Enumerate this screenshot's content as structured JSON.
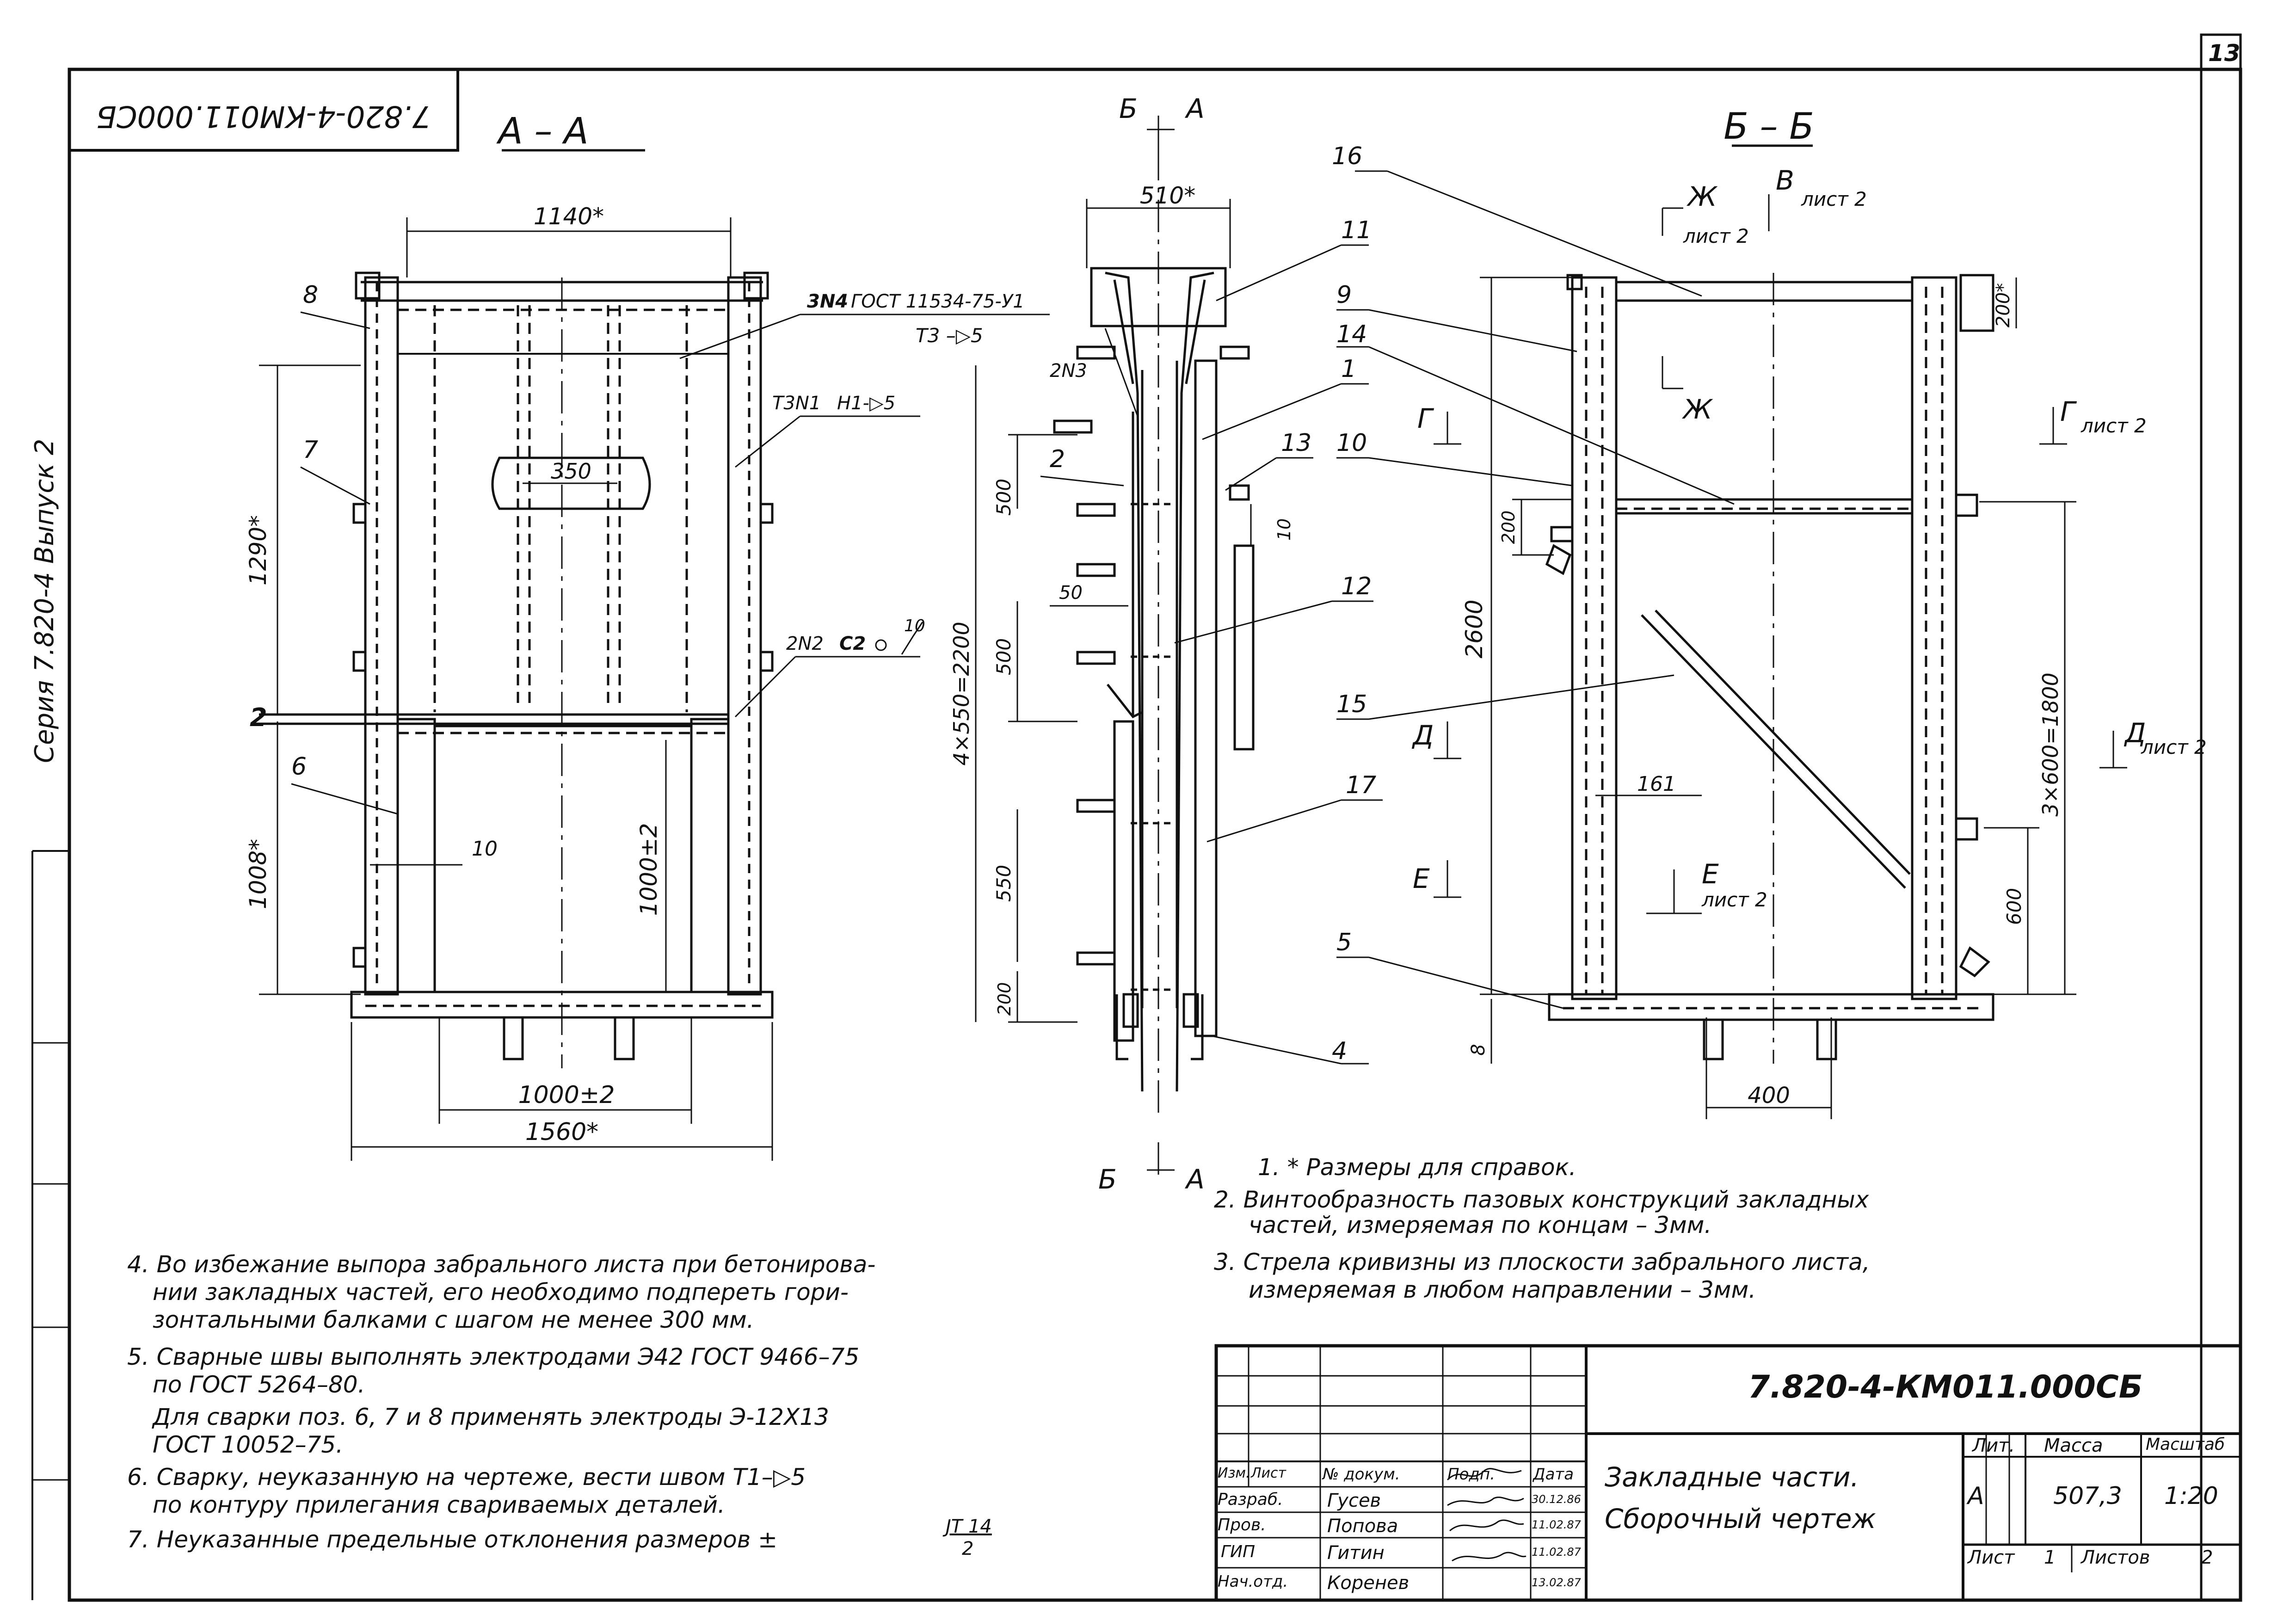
{
  "sheet": {
    "page_number": "13",
    "series_text": "Серия 7.820-4   Выпуск 2",
    "inverted_code": "7.820-4-КМ011.000СБ"
  },
  "views": {
    "aa": {
      "title": "А – А",
      "dims": {
        "top_width": "1140*",
        "upper_height": "1290*",
        "lower_height": "1008*",
        "inner_height": "1000±2",
        "hole": "350",
        "bottom_inner": "1000±2",
        "bottom_total": "1560*",
        "side_gap": "10",
        "level_mark": "2"
      },
      "welds": {
        "w1": "3N4",
        "w1_std": "ГОСТ 11534-75-У1",
        "w2": "Т3N1",
        "w2_b": "Н1-▷5",
        "w3": "2N2",
        "w3_b": "С2",
        "w3_flag": "10"
      },
      "callouts": [
        "8",
        "7",
        "6"
      ]
    },
    "side": {
      "section_mark_top_left": "Б",
      "section_mark_top_right": "А",
      "section_mark_bottom_left": "Б",
      "section_mark_bottom_right": "А",
      "dims": {
        "top_width": "510*",
        "d500a": "500",
        "d500b": "500",
        "d550": "550",
        "d200": "200",
        "pitch": "4×550=2200",
        "d50": "50",
        "d10": "10"
      },
      "welds": {
        "w1": "Т3 –▷5",
        "w2": "2N3"
      },
      "callouts": [
        "11",
        "1",
        "13",
        "2",
        "12",
        "17",
        "4"
      ]
    },
    "bb": {
      "title": "Б – Б",
      "section_refs": {
        "zh_top": "Ж",
        "zh_top_sub": "лист 2",
        "v_top": "В",
        "v_top_sub": "лист 2",
        "zh_mid": "Ж",
        "g_left": "Г",
        "g_right": "Г",
        "g_right_sub": "лист 2",
        "d_left": "Д",
        "d_right": "Д",
        "d_right_sub": "лист 2",
        "e_left": "Е",
        "e_right": "Е",
        "e_right_sub": "лист 2"
      },
      "dims": {
        "total_height": "2600",
        "top_block": "200*",
        "d200": "200",
        "pitch": "3×600=1800",
        "d600": "600",
        "d161": "161",
        "d400": "400",
        "d8": "8"
      },
      "callouts": [
        "16",
        "9",
        "14",
        "10",
        "15",
        "5"
      ]
    }
  },
  "notes_right": [
    "1. * Размеры для справок.",
    "2. Винтообразность пазовых конструкций закладных",
    "частей, измеряемая по концам – 3мм.",
    "3. Стрела кривизны из плоскости забрального листа,",
    "измеряемая в любом направлении – 3мм."
  ],
  "notes_left": [
    "4. Во избежание выпора забрального листа при бетонирова-",
    "нии закладных частей, его необходимо подпереть гори-",
    "зонтальными балками с шагом не менее 300 мм.",
    "5. Сварные швы выполнять электродами Э42 ГОСТ 9466–75",
    "по ГОСТ 5264–80.",
    "Для сварки поз. 6, 7 и 8 применять электроды Э-12Х13",
    "ГОСТ 10052–75.",
    "6. Сварку, неуказанную на чертеже, вести швом Т1–▷5",
    "по контуру прилегания свариваемых деталей.",
    "7. Неуказанные предельные отклонения размеров ±",
    "JT 14",
    "2"
  ],
  "title_block": {
    "doc_code": "7.820-4-КМ011.000СБ",
    "title_line1": "Закладные части.",
    "title_line2": "Сборочный чертеж",
    "headers": {
      "lit": "Лит.",
      "mass": "Масса",
      "scale": "Масштаб"
    },
    "lit_value": "А",
    "mass_value": "507,3",
    "scale_value": "1:20",
    "sheet_label": "Лист",
    "sheet_value": "1",
    "sheets_label": "Листов",
    "sheets_value": "2",
    "col_headers": [
      "Изм.",
      "Лист",
      "№ докум.",
      "Подп.",
      "Дата"
    ],
    "rows": [
      {
        "role": "Разраб.",
        "name": "Гусев",
        "date": "30.12.86"
      },
      {
        "role": "Пров.",
        "name": "Попова",
        "date": "11.02.87"
      },
      {
        "role": "ГИП",
        "name": "Гитин",
        "date": "11.02.87"
      },
      {
        "role": "Нач.отд.",
        "name": "Коренев",
        "date": "13.02.87"
      }
    ]
  }
}
